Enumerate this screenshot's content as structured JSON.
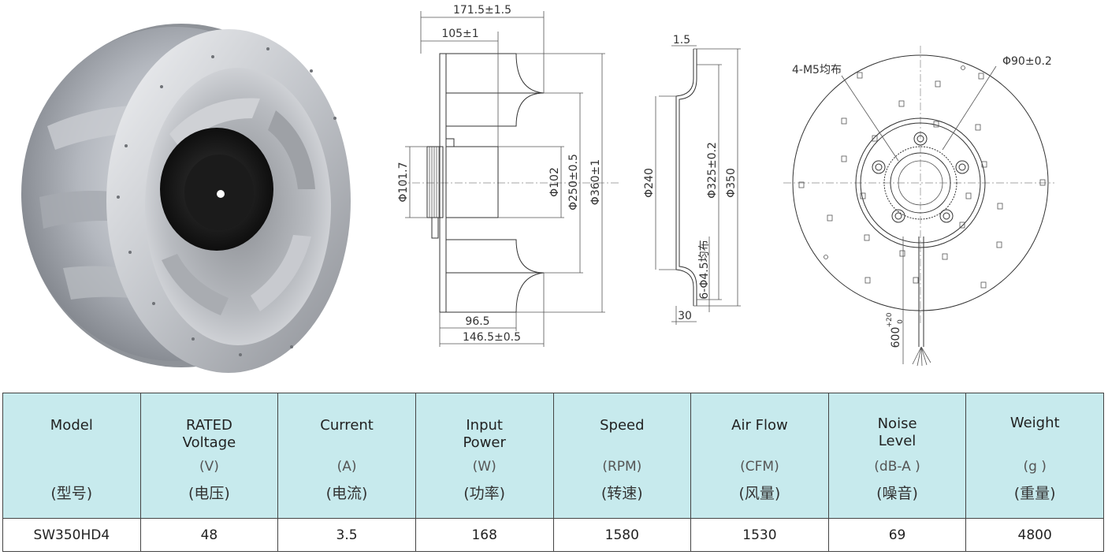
{
  "drawing": {
    "dims": {
      "overall_depth": "171.5±1.5",
      "hub_depth": "105±1",
      "motor_dia": "Φ101.7",
      "hub_dia": "Φ102",
      "inlet_dia": "Φ250±0.5",
      "outer_dia": "Φ360±1",
      "blade_depth": "96.5",
      "total_width": "146.5±0.5",
      "ring_thickness": "1.5",
      "ring_inner_dia": "Φ240",
      "ring_bolt_circle": "Φ325±0.2",
      "ring_outer_dia": "Φ350",
      "ring_holes": "6-Φ4.5均布",
      "ring_width": "30",
      "mount_holes": "4-M5均布",
      "mount_pcd": "Φ90±0.2",
      "cable_length": "600",
      "cable_tol_plus": "+20",
      "cable_tol_minus": "0"
    }
  },
  "table": {
    "headers": [
      {
        "name": "Model",
        "unit": "",
        "cn": "(型号)"
      },
      {
        "name": "RATED Voltage",
        "unit": "(V)",
        "cn": "(电压)"
      },
      {
        "name": "Current",
        "unit": "(A)",
        "cn": "(电流)"
      },
      {
        "name": "Input Power",
        "unit": "(W)",
        "cn": "(功率)"
      },
      {
        "name": "Speed",
        "unit": "(RPM)",
        "cn": "(转速)"
      },
      {
        "name": "Air Flow",
        "unit": "(CFM)",
        "cn": "(风量)"
      },
      {
        "name": "Noise Level",
        "unit": "(dB-A )",
        "cn": "(噪音)"
      },
      {
        "name": "Weight",
        "unit": "(g )",
        "cn": "(重量)"
      }
    ],
    "row": [
      "SW350HD4",
      "48",
      "3.5",
      "168",
      "1580",
      "1530",
      "69",
      "4800"
    ]
  }
}
